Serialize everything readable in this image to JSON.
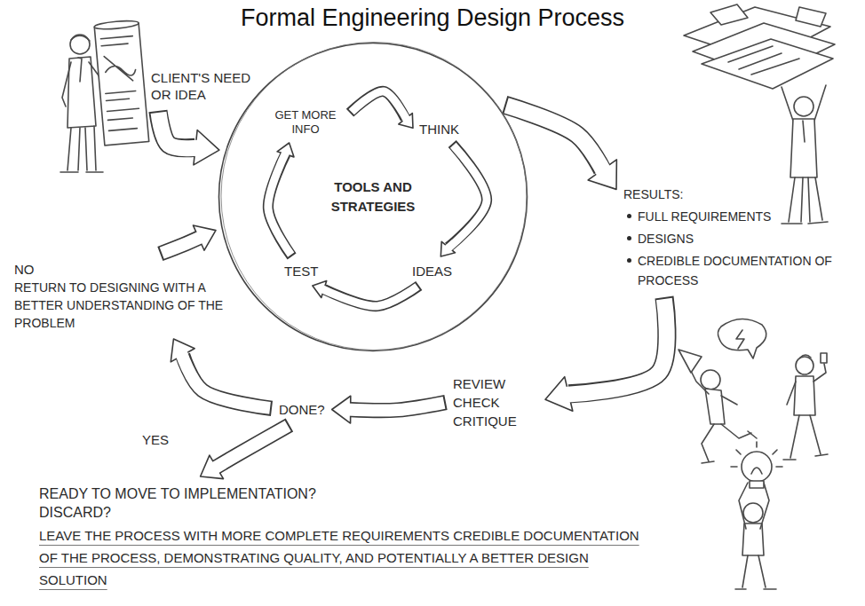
{
  "diagram": {
    "title": "Formal Engineering Design Process",
    "nodes": [
      {
        "text": [
          "CLIENT'S NEED OR IDEA"
        ]
      },
      {
        "text": [
          "TOOLS AND STRATEGIES"
        ]
      },
      {
        "text": [
          "GET MORE INFO"
        ],
        "in": 1
      },
      {
        "text": [
          "THINK"
        ],
        "in": 1
      },
      {
        "text": [
          "IDEAS"
        ],
        "in": 1
      },
      {
        "text": [
          "TEST"
        ],
        "in": 1
      },
      {
        "text": [
          "RESULTS:",
          "FULL REQUIREMENTS",
          "DESIGNS",
          "CREDIBLE DOCUMENTATION OF PROCESS"
        ]
      },
      {
        "text": [
          "NO",
          "RETURN TO DESIGNING WITH A BETTER UNDERSTANDING OF THE PROBLEM"
        ]
      },
      {
        "text": [
          "REVIEW CHECK CRITIQUE"
        ]
      },
      {
        "text": [
          "DONE?"
        ]
      },
      {
        "text": [
          "READY TO MOVE TO IMPLEMENTATION?",
          "DISCARD?",
          "LEAVE THE PROCESS WITH MORE COMPLETE REQUIREMENTS CREDIBLE DOCUMENTATION OF THE PROCESS, DEMONSTRATING QUALITY, AND POTENTIALLY A BETTER DESIGN SOLUTION"
        ]
      }
    ],
    "edges": [
      {
        "from": 0,
        "to": 1,
        "arrow": "to"
      },
      {
        "from": 2,
        "to": 3,
        "arrow": "to"
      },
      {
        "from": 3,
        "to": 4,
        "arrow": "to"
      },
      {
        "from": 4,
        "to": 5,
        "arrow": "to"
      },
      {
        "from": 5,
        "to": 2,
        "arrow": "to"
      },
      {
        "from": 1,
        "to": 6,
        "arrow": "to"
      },
      {
        "from": 6,
        "to": 8,
        "arrow": "to"
      },
      {
        "from": 8,
        "to": 9,
        "arrow": "to"
      },
      {
        "from": 9,
        "to": 7,
        "arrow": "to"
      },
      {
        "from": 7,
        "to": 1,
        "arrow": "to"
      },
      {
        "from": 9,
        "to": 10,
        "label": "YES",
        "arrow": "to"
      }
    ]
  }
}
